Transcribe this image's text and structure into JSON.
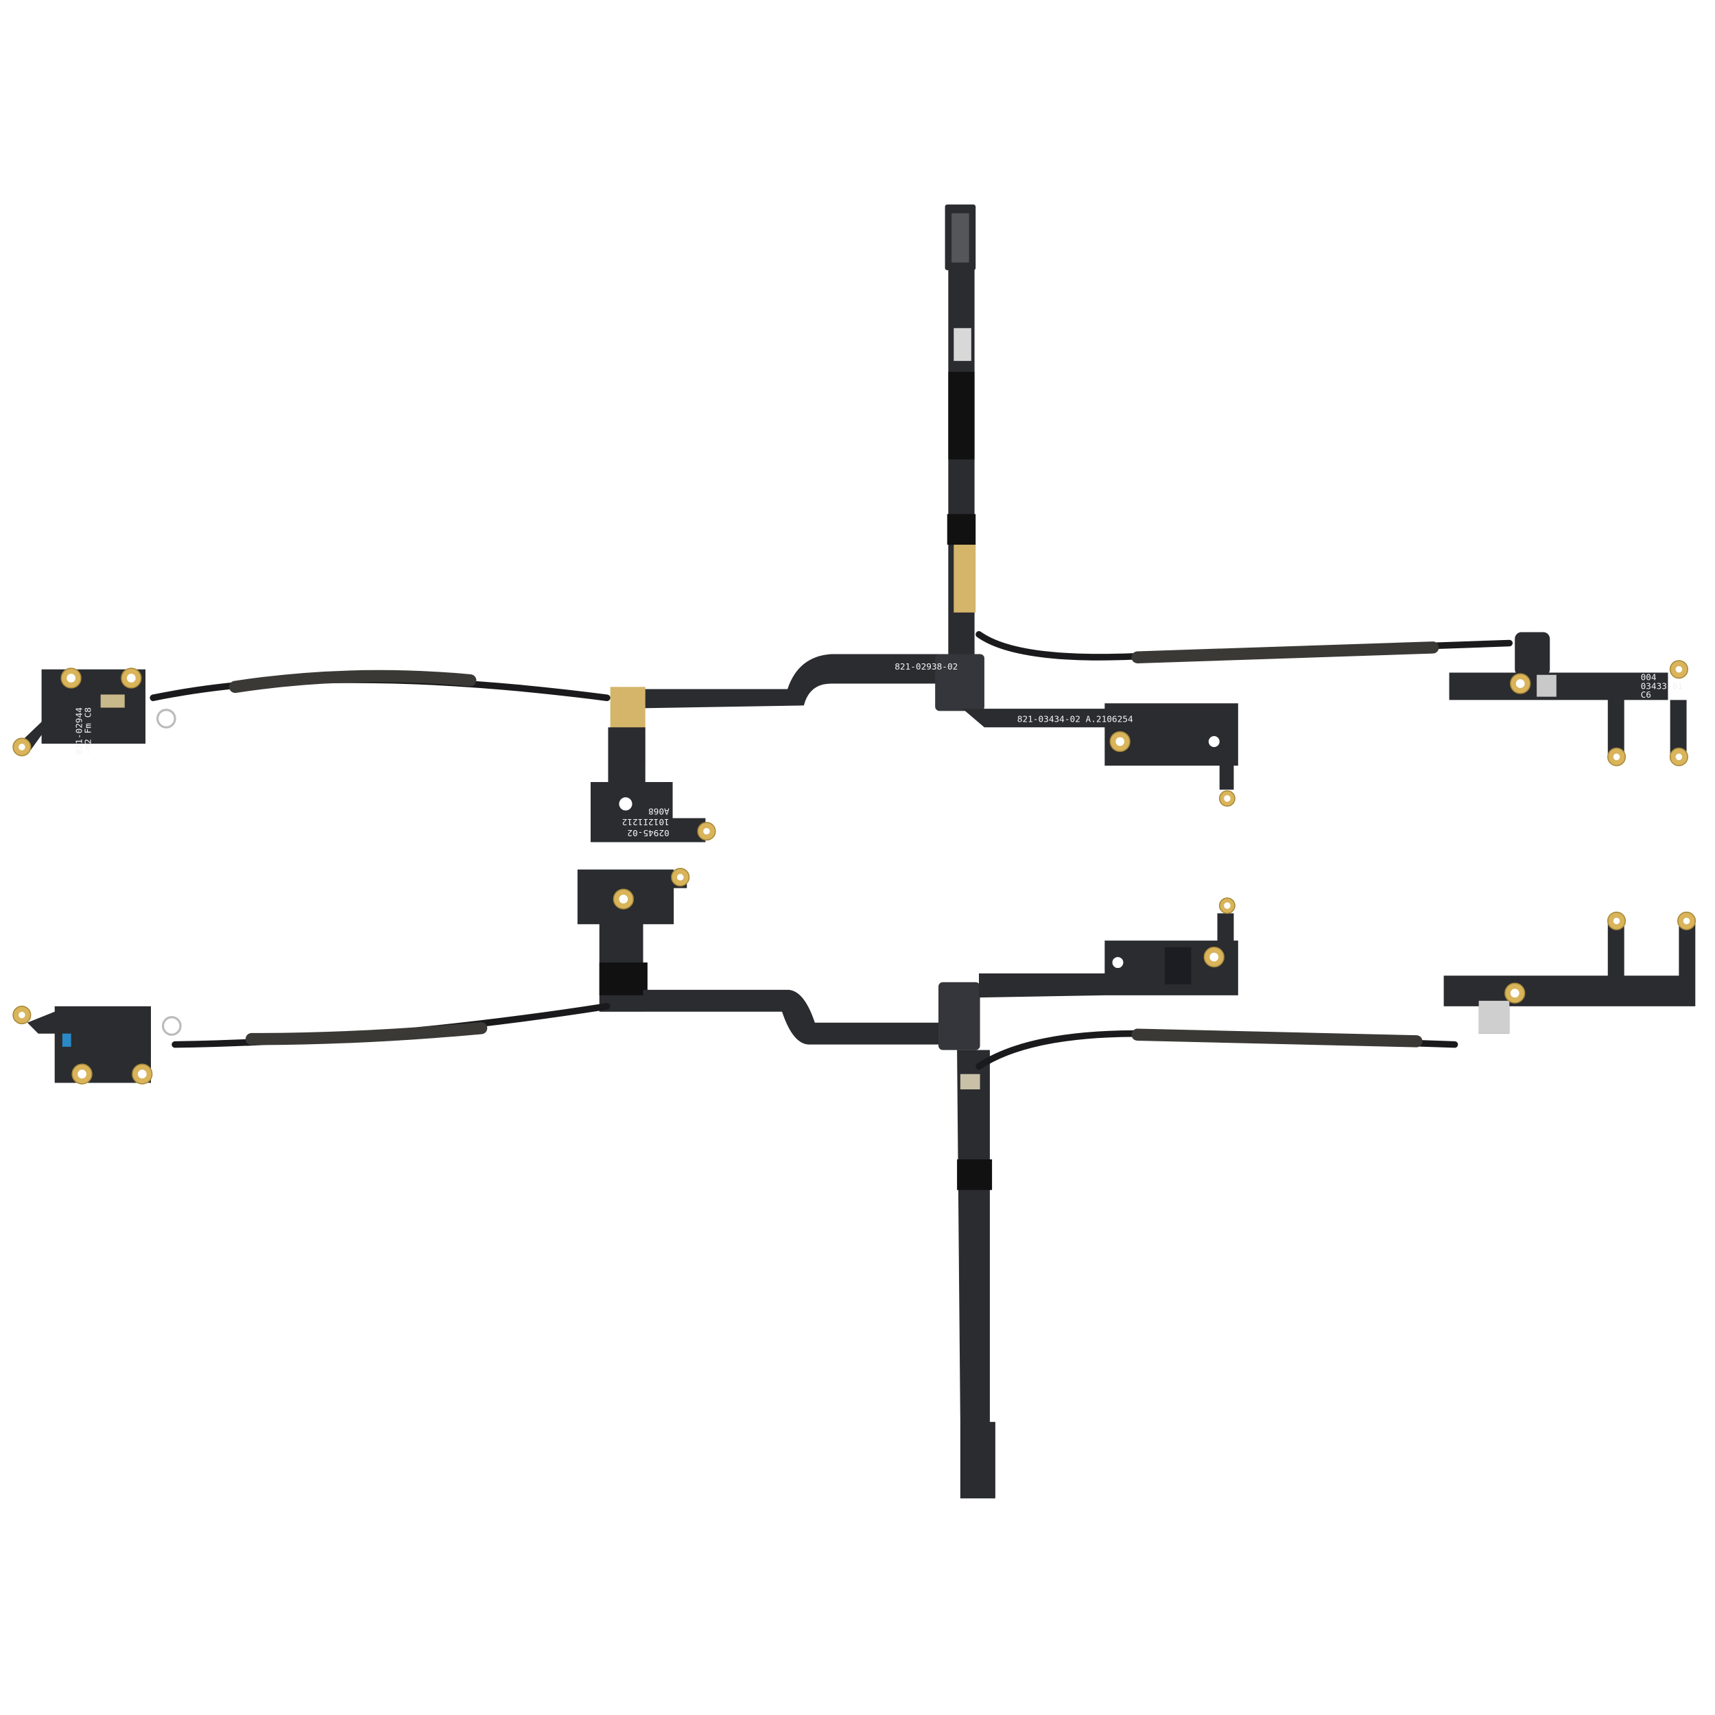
{
  "product_labels": {
    "top_main_flex": "821-02938-02",
    "top_right_branch": "821-03434-02 A.2106254",
    "left_antenna_line1": "821-02944",
    "left_antenna_line2": "-02 Fm C8",
    "center_pad_line1": "02945-02",
    "center_pad_line2": "1012I1212",
    "center_pad_line3": "A068",
    "right_antenna_line1": "004",
    "right_antenna_line2": "03433-01",
    "right_antenna_line3": "C6"
  },
  "colors": {
    "flex": "#2b2c30",
    "gold": "#d9b45a",
    "background": "#ffffff"
  }
}
